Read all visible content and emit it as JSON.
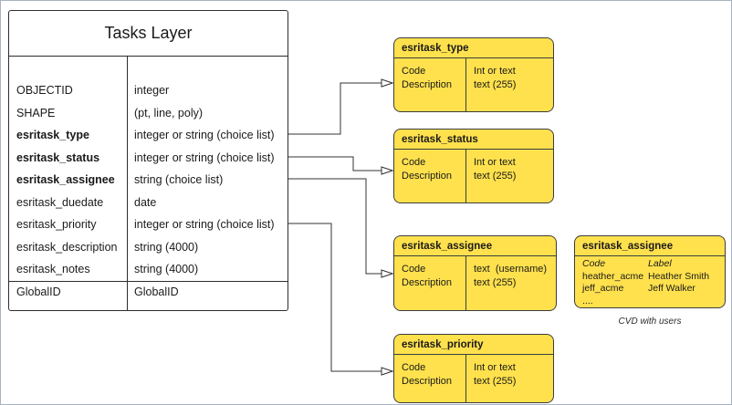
{
  "tasks_layer": {
    "title": "Tasks Layer",
    "rows": [
      {
        "field": "OBJECTID",
        "type": "integer"
      },
      {
        "field": "SHAPE",
        "type": "(pt, line, poly)"
      },
      {
        "field": "esritask_type",
        "type": "integer or string (choice list)"
      },
      {
        "field": "esritask_status",
        "type": "integer or string (choice list)"
      },
      {
        "field": "esritask_assignee",
        "type": "string (choice list)"
      },
      {
        "field": "esritask_duedate",
        "type": "date"
      },
      {
        "field": "esritask_priority",
        "type": "integer or string (choice list)"
      },
      {
        "field": "esritask_description",
        "type": "string (4000)"
      },
      {
        "field": "esritask_notes",
        "type": "string (4000)"
      },
      {
        "field": "GlobalID",
        "type": "GlobalID"
      }
    ]
  },
  "domains": {
    "type": {
      "title": "esritask_type",
      "code_label": "Code",
      "desc_label": "Description",
      "code_type": "Int or text",
      "desc_type": "text (255)"
    },
    "status": {
      "title": "esritask_status",
      "code_label": "Code",
      "desc_label": "Description",
      "code_type": "Int or text",
      "desc_type": "text (255)"
    },
    "assignee": {
      "title": "esritask_assignee",
      "code_label": "Code",
      "desc_label": "Description",
      "code_type": "text  (username)",
      "desc_type": "text (255)"
    },
    "priority": {
      "title": "esritask_priority",
      "code_label": "Code",
      "desc_label": "Description",
      "code_type": "Int or text",
      "desc_type": "text (255)"
    }
  },
  "cvd": {
    "title": "esritask_assignee",
    "code_header": "Code",
    "label_header": "Label",
    "rows": [
      {
        "code": "heather_acme",
        "label": "Heather Smith"
      },
      {
        "code": "jeff_acme",
        "label": "Jeff Walker"
      },
      {
        "code": "....",
        "label": ""
      }
    ],
    "caption": "CVD with users"
  },
  "colors": {
    "domain_fill": "#FFE14D",
    "domain_border": "#3d3d3d",
    "connector": "#333333",
    "canvas_border": "#a9b4c2"
  }
}
